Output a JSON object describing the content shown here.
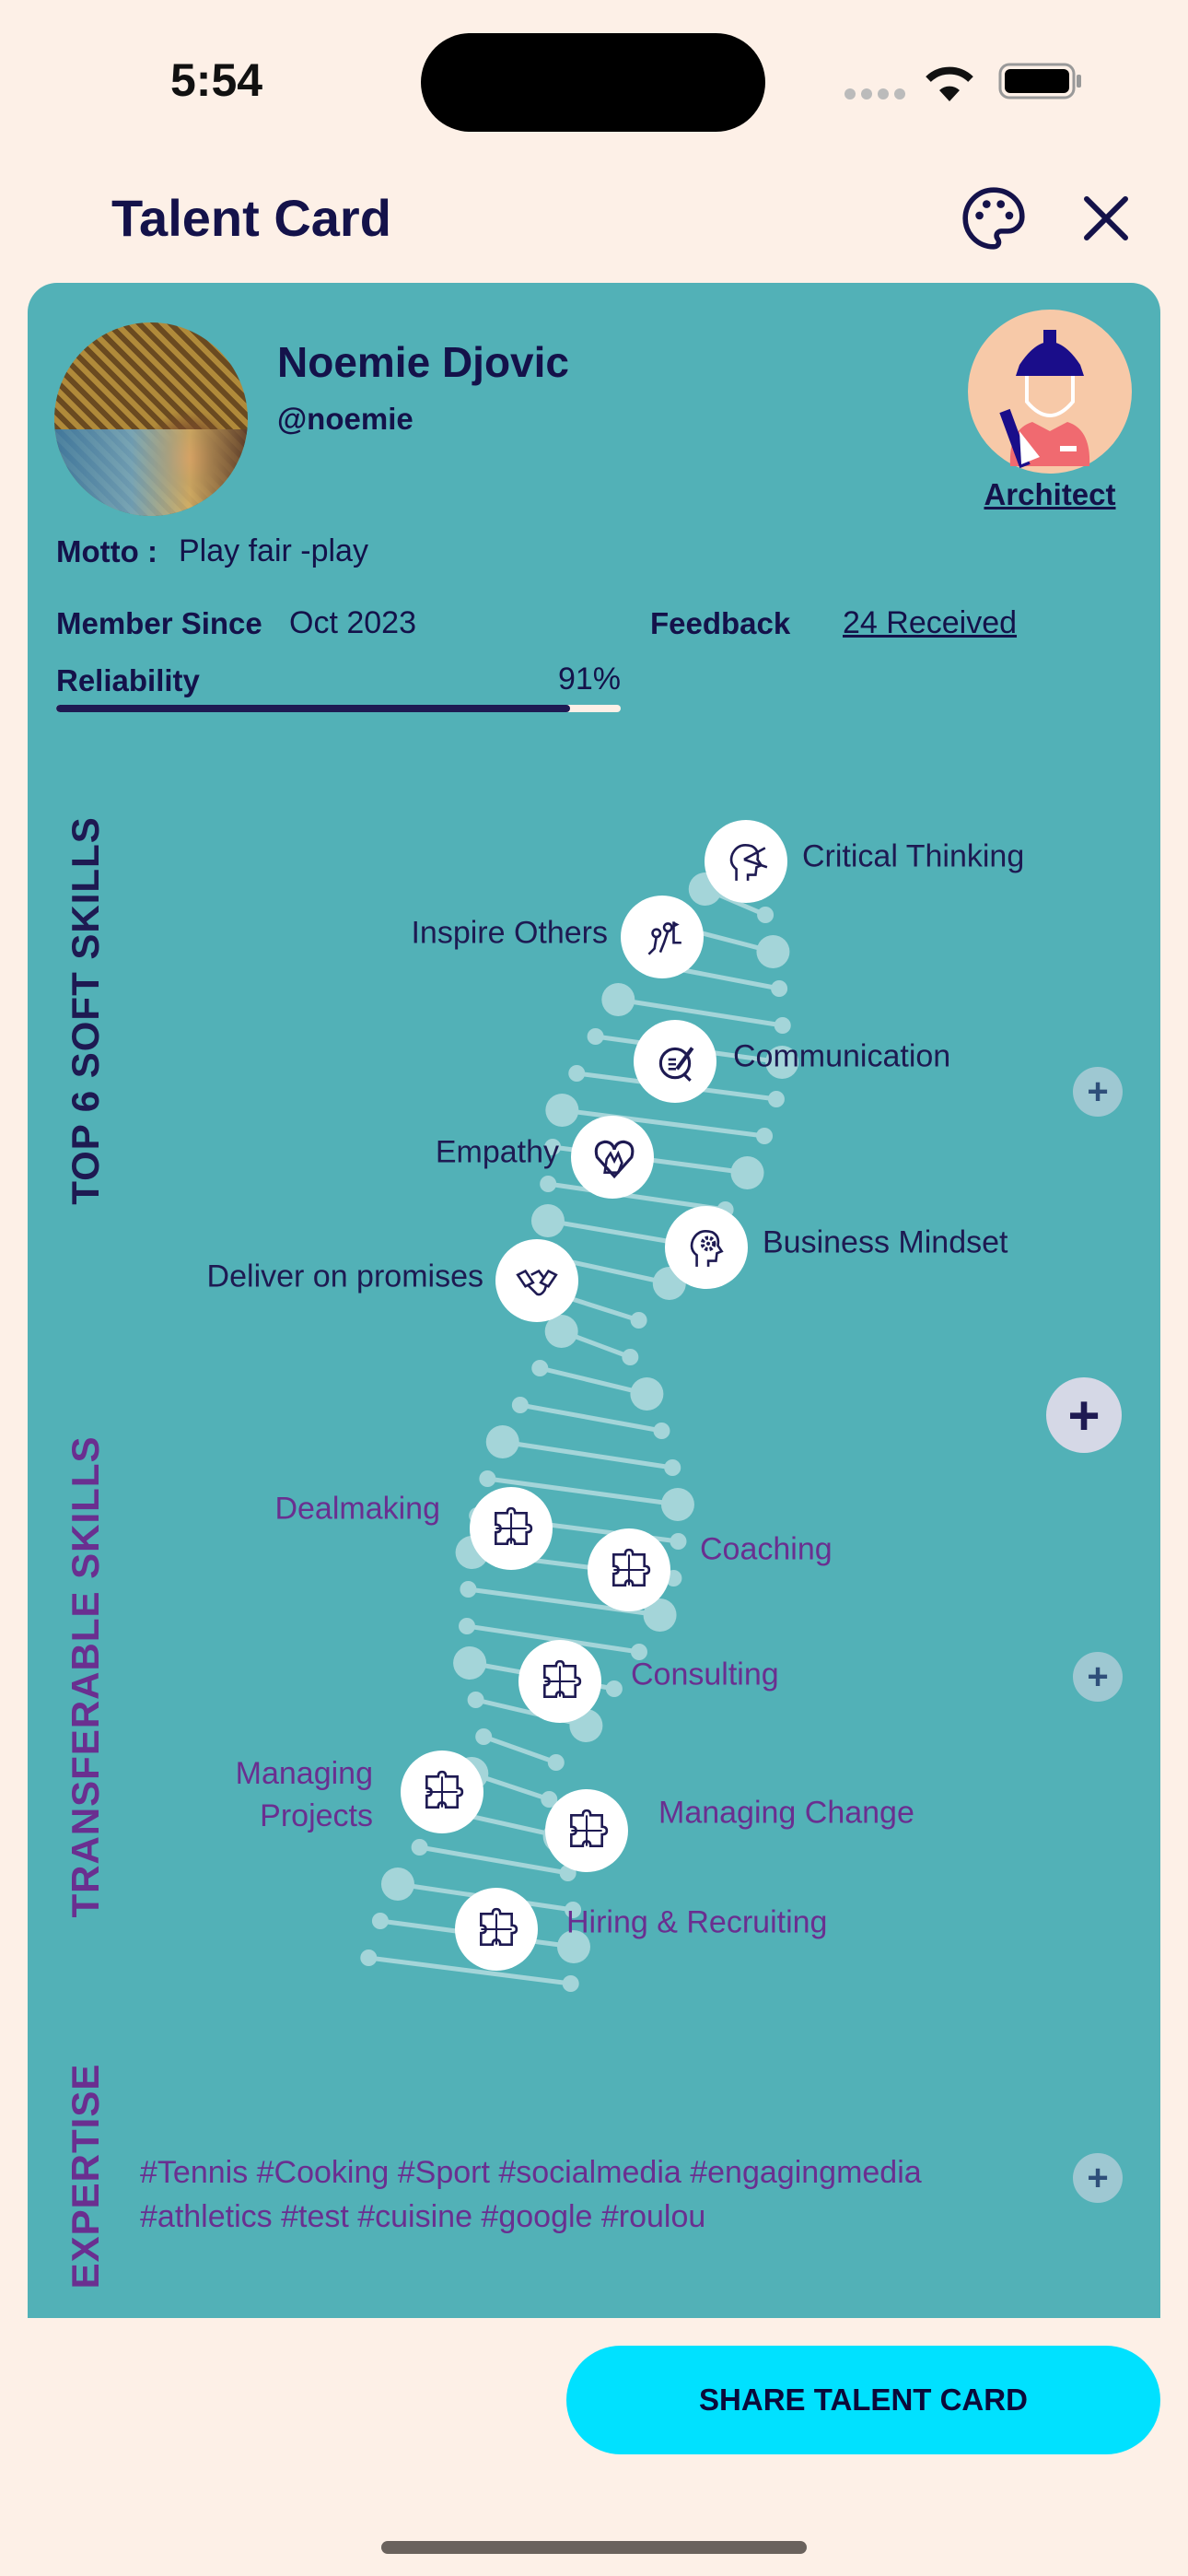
{
  "status_bar": {
    "time": "5:54"
  },
  "header": {
    "title": "Talent Card",
    "palette_icon": "palette-icon",
    "close_icon": "close-icon"
  },
  "profile": {
    "name": "Noemie Djovic",
    "handle": "@noemie",
    "role": "Architect",
    "motto_label": "Motto :",
    "motto": "Play fair -play",
    "member_since_label": "Member Since",
    "member_since": "Oct 2023",
    "feedback_label": "Feedback",
    "feedback": "24 Received",
    "reliability_label": "Reliability",
    "reliability_text": "91%",
    "reliability_value": 91
  },
  "soft_skills": {
    "title": "TOP 6 SOFT SKILLS",
    "items": [
      {
        "label": "Critical Thinking",
        "icon": "head-thinking-icon"
      },
      {
        "label": "Inspire Others",
        "icon": "climbing-people-icon"
      },
      {
        "label": "Communication",
        "icon": "speech-bubble-pen-icon"
      },
      {
        "label": "Empathy",
        "icon": "heart-hand-icon"
      },
      {
        "label": "Business Mindset",
        "icon": "head-gear-icon"
      },
      {
        "label": "Deliver on promises",
        "icon": "handshake-icon"
      }
    ]
  },
  "transferable_skills": {
    "title": "TRANSFERABLE SKILLS",
    "items": [
      {
        "label": "Dealmaking"
      },
      {
        "label": "Coaching"
      },
      {
        "label": "Consulting"
      },
      {
        "label_line1": "Managing",
        "label_line2": "Projects"
      },
      {
        "label": "Managing Change"
      },
      {
        "label": "Hiring & Recruiting"
      }
    ]
  },
  "expertise": {
    "title": "EXPERTISE",
    "line1": "#Tennis #Cooking #Sport #socialmedia #engagingmedia",
    "line2": "#athletics #test #cuisine #google #roulou"
  },
  "actions": {
    "plus": "+",
    "share": "SHARE TALENT CARD"
  },
  "colors": {
    "card": "#52b1b7",
    "accent": "#00e1ff",
    "navy": "#1e1a52",
    "purple": "#6a2f90"
  }
}
